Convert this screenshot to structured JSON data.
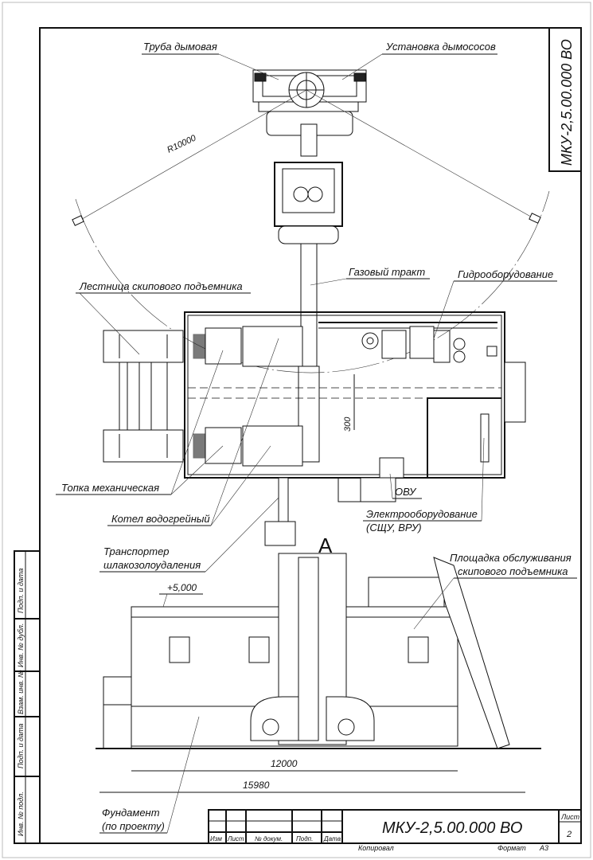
{
  "drawing": {
    "code": "МКУ-2,5.00.000 ВО",
    "code_vertical": "МКУ-2,5.00.000 ВО",
    "sheet_label": "Лист",
    "sheet_number": "2",
    "copied": "Копировал",
    "format_label": "Формат",
    "format_value": "А3",
    "view_label": "А"
  },
  "title_block": {
    "columns": [
      "Изм",
      "Лист",
      "№ докум.",
      "Подп.",
      "Дата"
    ]
  },
  "side_stamp": {
    "fields": [
      "Подп. и дата",
      "Инв. № дубл.",
      "Взам. инв. №",
      "Подп. и дата",
      "Инв. № подл."
    ]
  },
  "labels": {
    "chimney": "Труба дымовая",
    "exhausters": "Установка дымососов",
    "radius": "R10000",
    "skip_ladder": "Лестница скипового подъемника",
    "gas_duct": "Газовый тракт",
    "hydro": "Гидрооборудование",
    "dim_300": "300",
    "furnace": "Топка механическая",
    "boiler": "Котел водогрейный",
    "ovu": "ОВУ",
    "electro_1": "Электрооборудование",
    "electro_2": "(СЩУ, ВРУ)",
    "transporter_1": "Транспортер",
    "transporter_2": "шлакозолоудаления",
    "platform_1": "Площадка обслуживания",
    "platform_2": "скипового подъемника",
    "elevation": "+5,000",
    "dim_12000": "12000",
    "dim_15980": "15980",
    "foundation_1": "Фундамент",
    "foundation_2": "(по проекту)"
  }
}
